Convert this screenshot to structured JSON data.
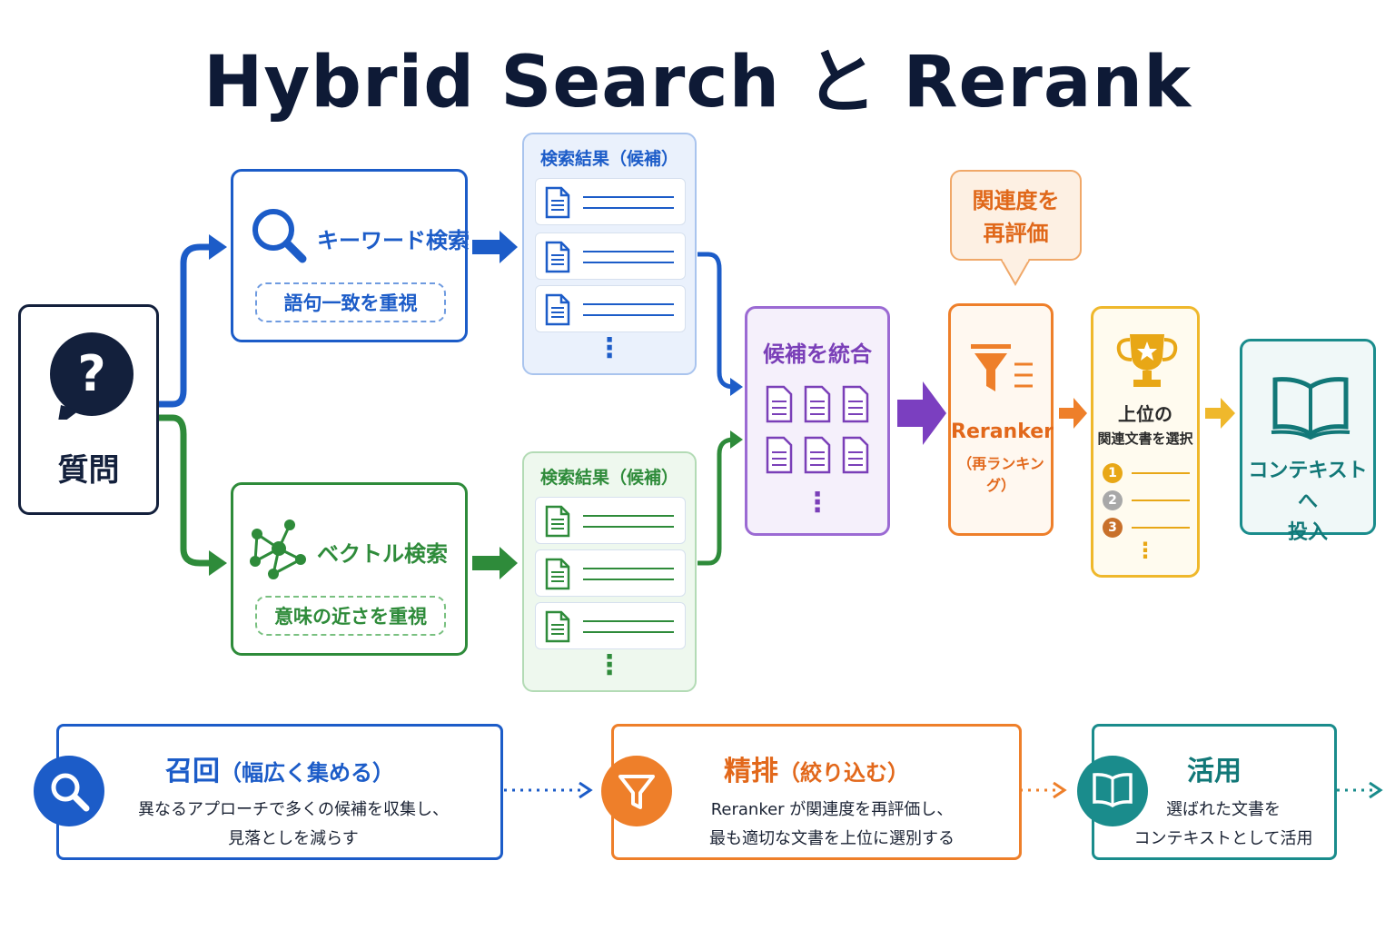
{
  "title": "Hybrid Search と Rerank",
  "question": {
    "label": "質問",
    "icon": "question-bubble-icon"
  },
  "keyword_search": {
    "title": "キーワード検索",
    "desc": "語句一致を重視",
    "icon": "magnifier-icon",
    "color": "#1c5cc8"
  },
  "vector_search": {
    "title": "ベクトル検索",
    "desc": "意味の近さを重視",
    "icon": "network-nodes-icon",
    "color": "#2e8b3a"
  },
  "results_keyword": {
    "title": "検索結果（候補）",
    "icon": "document-icon",
    "item_count": 3,
    "more": "⋮"
  },
  "results_vector": {
    "title": "検索結果（候補）",
    "icon": "document-icon",
    "item_count": 3,
    "more": "⋮"
  },
  "merge": {
    "title": "候補を統合",
    "icon": "document-icon",
    "more": "⋮",
    "color": "#9b6ad3"
  },
  "rerank_bubble": {
    "text_line1": "関連度を",
    "text_line2": "再評価"
  },
  "reranker": {
    "title": "Reranker",
    "subtitle": "（再ランキング）",
    "icon": "filter-list-icon",
    "color": "#ee7f2a"
  },
  "top": {
    "title": "上位の",
    "subtitle": "関連文書を選択",
    "icon": "trophy-icon",
    "ranks": [
      "1",
      "2",
      "3"
    ],
    "rank_colors": [
      "#e8a716",
      "#a8a8a8",
      "#c8702a"
    ],
    "more": "⋮",
    "color": "#efb82c"
  },
  "context": {
    "title_line1": "コンテキストへ",
    "title_line2": "投入",
    "icon": "open-book-icon",
    "color": "#1a8c8c"
  },
  "bottom": [
    {
      "title": "召回",
      "title_sub": "（幅広く集める）",
      "desc_line1": "異なるアプローチで多くの候補を収集し、",
      "desc_line2": "見落としを減らす",
      "icon": "magnifier-icon",
      "color": "#1c5cc8"
    },
    {
      "title": "精排",
      "title_sub": "（絞り込む）",
      "desc_line1": "Reranker が関連度を再評価し、",
      "desc_line2": "最も適切な文書を上位に選別する",
      "icon": "funnel-icon",
      "color": "#ee7f2a"
    },
    {
      "title": "活用",
      "title_sub": "",
      "desc_line1": "選ばれた文書を",
      "desc_line2": "コンテキストとして活用",
      "icon": "open-book-icon",
      "color": "#1a8c8c"
    }
  ]
}
